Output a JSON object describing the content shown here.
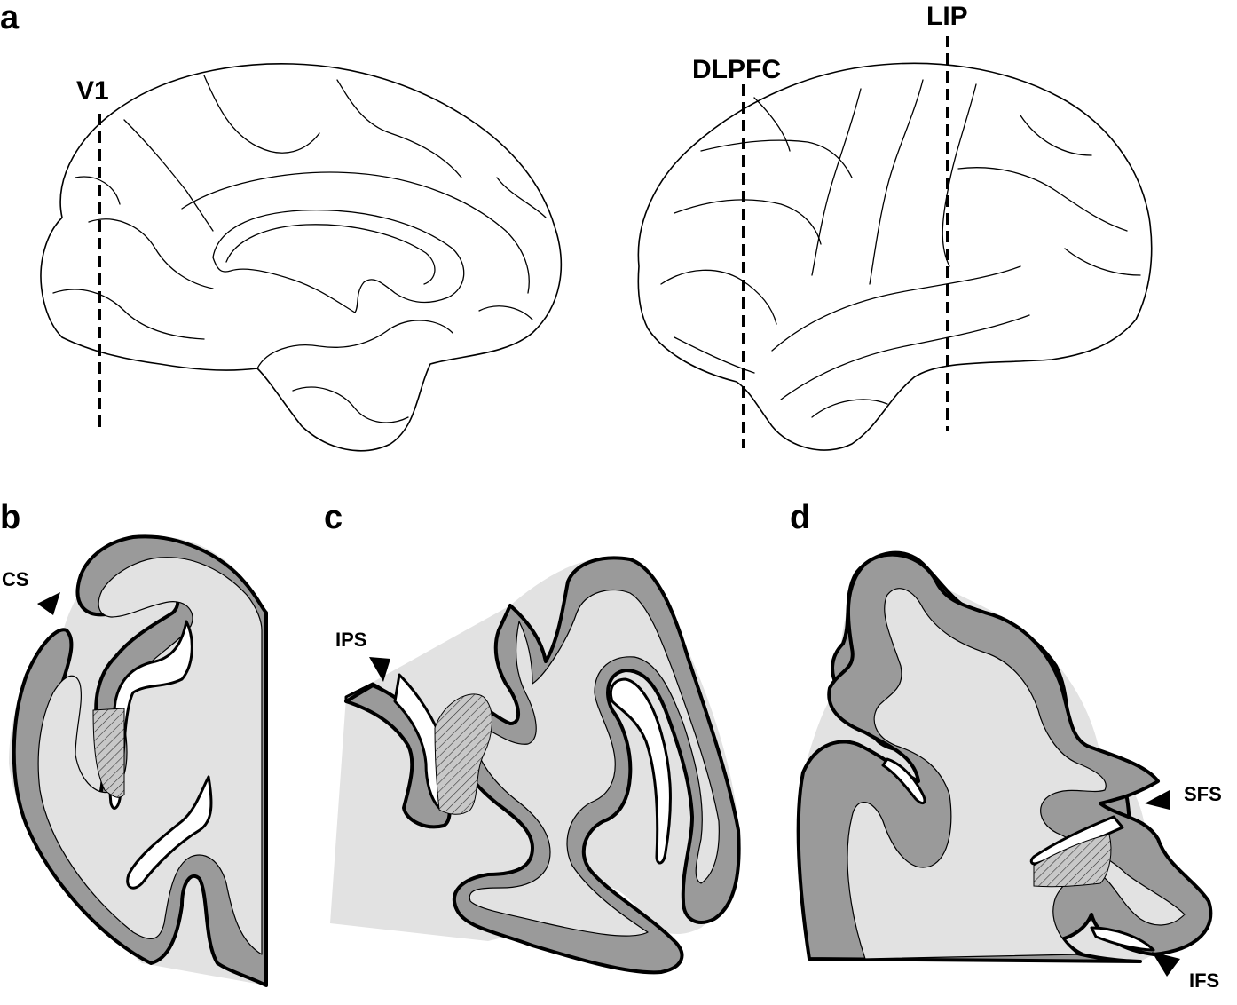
{
  "panels": {
    "a": {
      "letter": "a"
    },
    "b": {
      "letter": "b"
    },
    "c": {
      "letter": "c"
    },
    "d": {
      "letter": "d"
    }
  },
  "regions": {
    "v1": "V1",
    "dlpfc": "DLPFC",
    "lip": "LIP"
  },
  "sulci": {
    "cs": "CS",
    "ips": "IPS",
    "sfs": "SFS",
    "ifs": "IFS"
  },
  "colors": {
    "gray_matter": "#9a9a9a",
    "white_matter": "#e2e2e2",
    "outline": "#000000"
  }
}
